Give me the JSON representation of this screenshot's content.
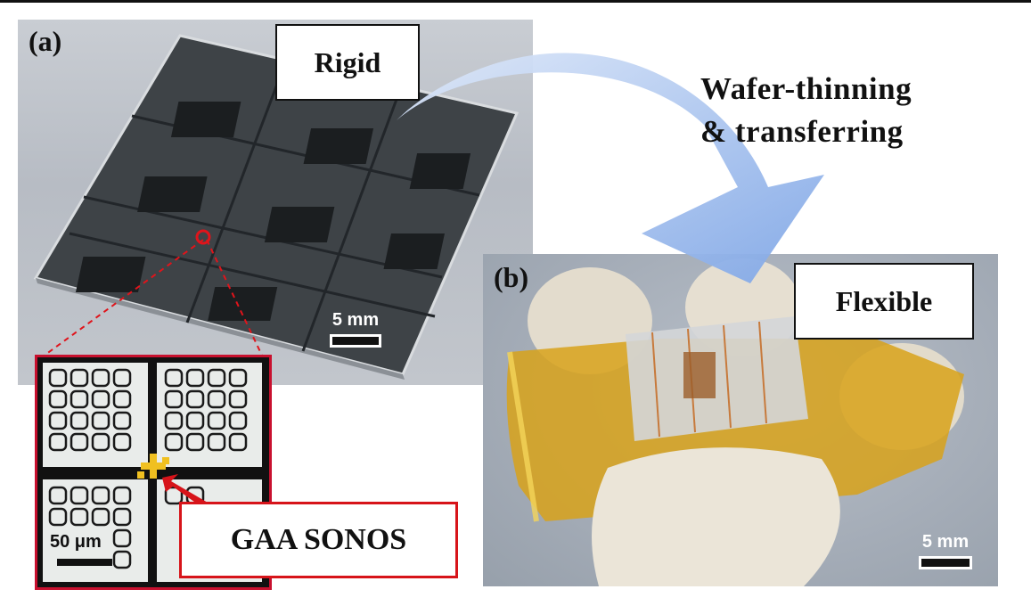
{
  "panel_a": {
    "label": "(a)",
    "state_label": "Rigid",
    "scale_bar_label": "5 mm"
  },
  "process": {
    "line1": "Wafer-thinning",
    "line2": "& transferring"
  },
  "panel_b": {
    "label": "(b)",
    "state_label": "Flexible",
    "scale_bar_label": "5 mm"
  },
  "inset": {
    "scale_bar_label": "50 μm",
    "device_label": "GAA SONOS"
  },
  "colors": {
    "highlight_red": "#d7141a",
    "arrow_blue": "#8fb2ea",
    "film_amber": "#d8a21a"
  }
}
